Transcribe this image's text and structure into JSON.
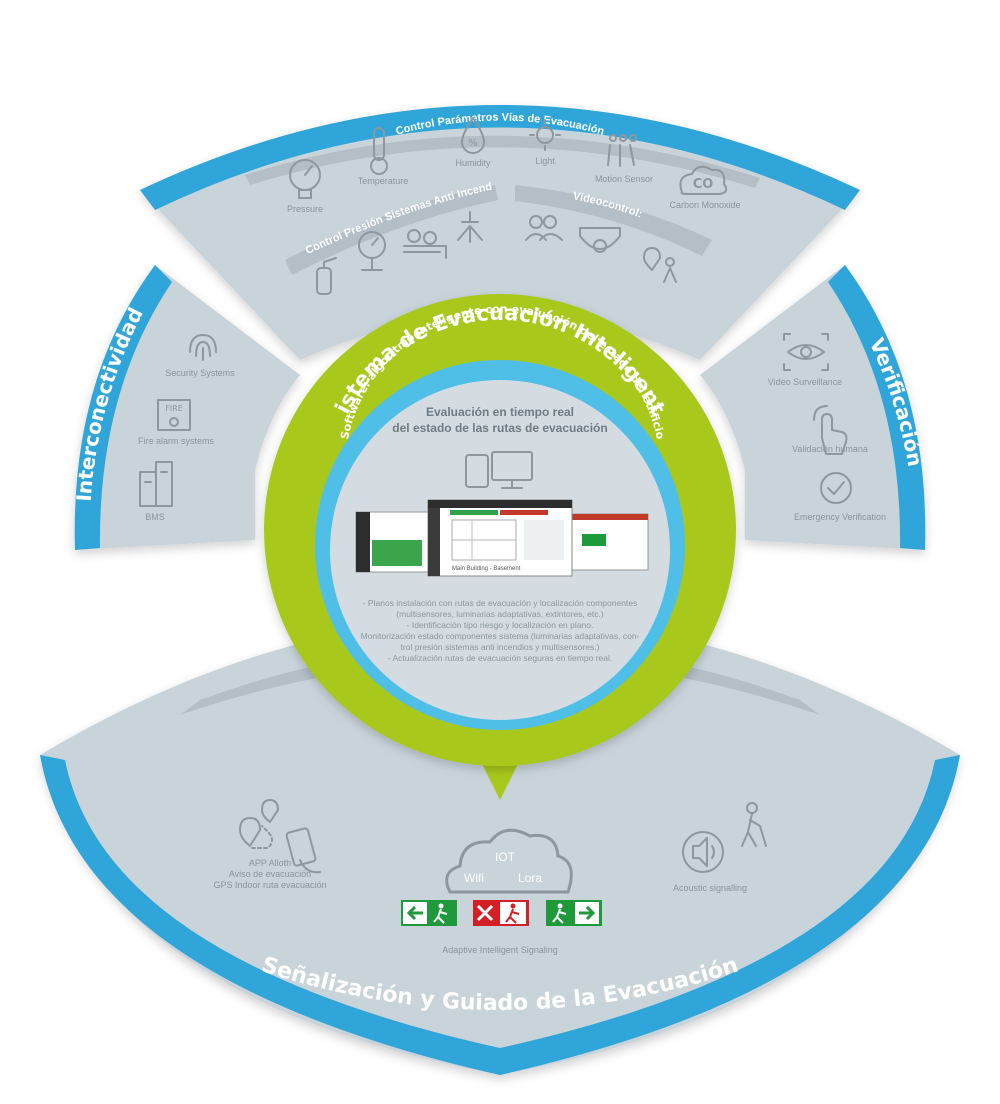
{
  "top": {
    "title": "Adquisición de Datos",
    "subtitle": "Control Parámetros Vías de Evacuación",
    "sensors": [
      "Pressure",
      "Temperature",
      "Humidity",
      "Light",
      "Motion Sensor",
      "Carbon Monoxide"
    ],
    "co_text": "CO",
    "fire_title": "Control Presión Sistemas Anti Incendios:",
    "video_title": "Videocontrol:"
  },
  "left": {
    "title": "Interconectividad",
    "items": [
      "Security Systems",
      "Fire alarm systems",
      "BMS"
    ],
    "fire_text": "FIRE"
  },
  "right": {
    "title": "Verificación",
    "items": [
      "Video Surveillance",
      "Validación humana",
      "Emergency Verification"
    ]
  },
  "center": {
    "ring_title": "Sistema de Evacuación Inteligente",
    "ring_subtitle": "Software: algoritmo inteligente con evaluación del estado del edificio",
    "heading_line1": "Evaluación en tiempo real",
    "heading_line2": "del estado de las rutas de evacuación",
    "screen_caption": "Main Building - Basement",
    "desc_lines": [
      "- Planos instalación con rutas de evacuación y localización componentes",
      "(multisensores, luminarias adaptativas, extintores, etc.)",
      "- Identificación tipo riesgo y localización en plano.",
      "Monitorización estado componentes sistema (luminarias adaptativas, con-",
      "trol presión sistemas anti incendios y multisensores.)",
      "- Actualización rutas de evacuación seguras en tiempo real."
    ]
  },
  "bottom": {
    "title": "Señalización y Guiado de la Evacuación",
    "app_lines": [
      "APP Alloth",
      "Aviso de evacuación",
      "GPS Indoor ruta evacuación"
    ],
    "iot": "IOT",
    "wifi": "Wifi",
    "lora": "Lora",
    "signs_caption": "Adaptive Intelligent Signaling",
    "acoustic": "Acoustic signalling"
  },
  "colors": {
    "blue": "#2fa5da",
    "light_blue": "#4fbfe8",
    "green": "#a8c81c",
    "panel": "#c9d3da",
    "panel_dark": "#b4bec6",
    "sign_green": "#1f9a3a",
    "sign_red": "#d32027"
  }
}
